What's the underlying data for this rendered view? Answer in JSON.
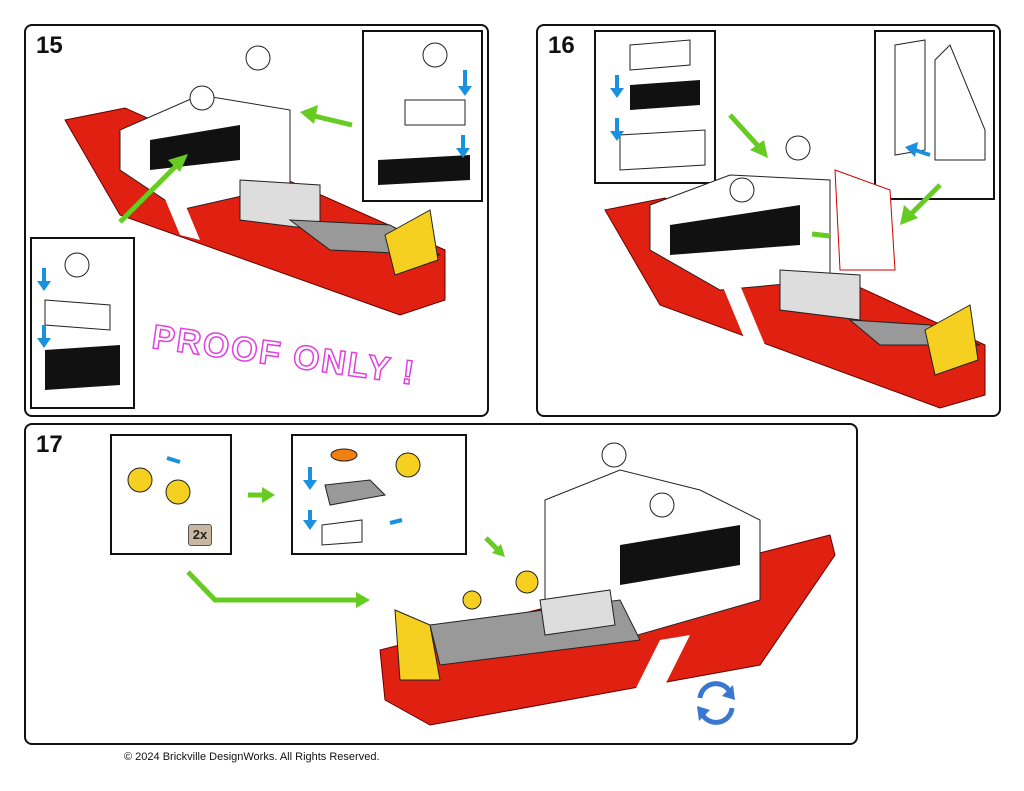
{
  "steps": [
    {
      "number": "15"
    },
    {
      "number": "16"
    },
    {
      "number": "17"
    }
  ],
  "watermark": "PROOF ONLY !",
  "quantity_badge": "2x",
  "footer": "© 2024 Brickville DesignWorks. All Rights Reserved.",
  "colors": {
    "hull": "#e02010",
    "accent_arrow": "#66cc22",
    "blue_arrow": "#1a90e0",
    "yellow": "#f5d020",
    "watermark": "#e040e0"
  },
  "icons": [
    "green-arrow-icon",
    "blue-arrow-icon",
    "rotate-model-icon"
  ]
}
